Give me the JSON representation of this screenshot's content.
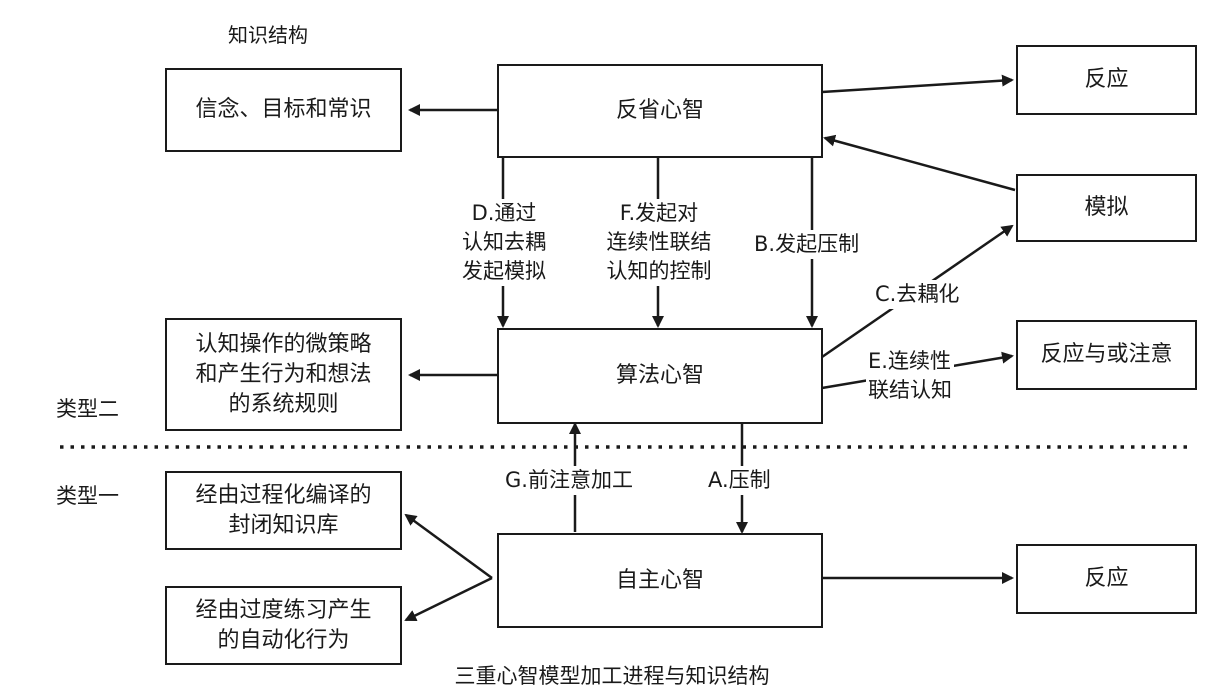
{
  "colors": {
    "stroke": "#1a1a1a",
    "background": "#ffffff"
  },
  "labels": {
    "knowledge_structure": "知识结构",
    "type_two": "类型二",
    "type_one": "类型一",
    "caption": "三重心智模型加工进程与知识结构"
  },
  "boxes": {
    "reflective_mind": "反省心智",
    "algorithmic_mind": "算法心智",
    "autonomous_mind": "自主心智",
    "beliefs_goals": "信念、目标和常识",
    "micro_strategies": "认知操作的微策略\n和产生行为和想法\n的系统规则",
    "compiled_knowledge": "经由过程化编译的\n封闭知识库",
    "overlearned_behavior": "经由过度练习产生\n的自动化行为",
    "response_top": "反应",
    "simulation": "模拟",
    "response_or_attention": "反应与或注意",
    "response_bottom": "反应"
  },
  "edge_labels": {
    "d": "D.通过\n认知去耦\n发起模拟",
    "f": "F.发起对\n连续性联结\n认知的控制",
    "b": "B.发起压制",
    "c": "C.去耦化",
    "e": "E.连续性\n联结认知",
    "g": "G.前注意加工",
    "a": "A.压制"
  }
}
